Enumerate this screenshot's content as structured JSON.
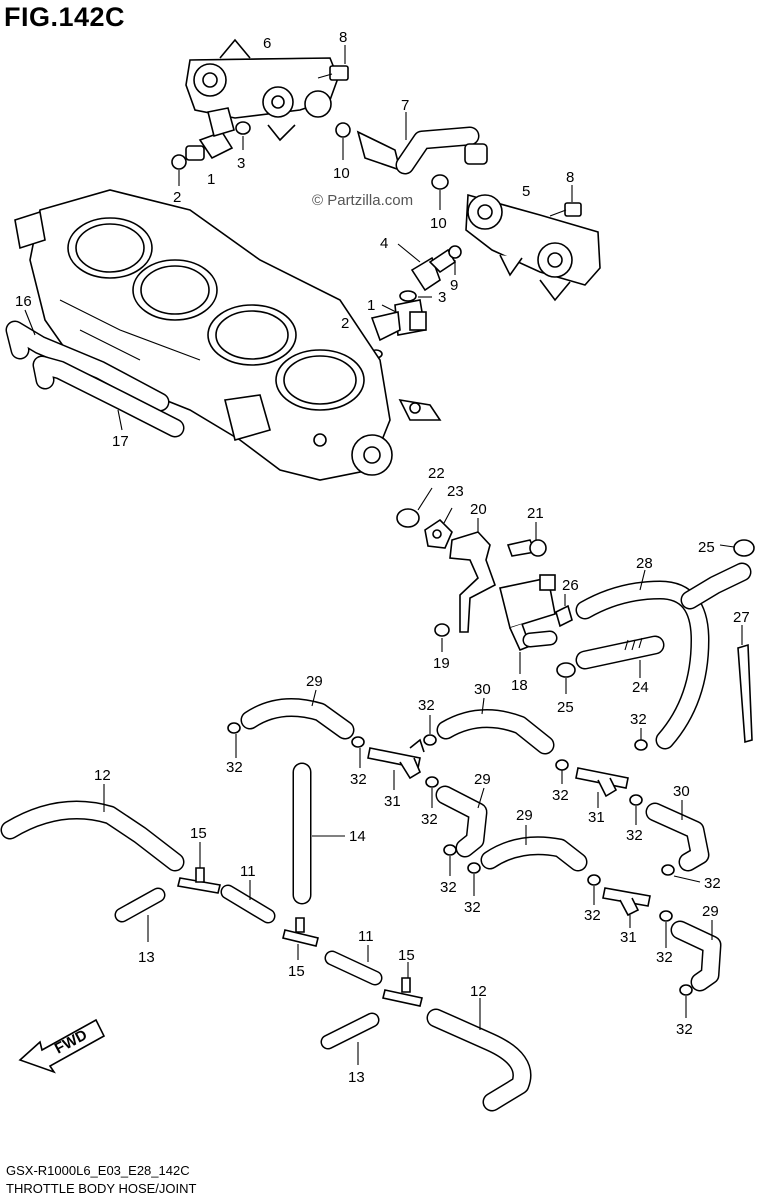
{
  "figure": {
    "title": "FIG.142C",
    "watermark": "© Partzilla.com",
    "model_code": "GSX-R1000L6_E03_E28_142C",
    "caption": "THROTTLE BODY HOSE/JOINT",
    "fwd_label": "FWD"
  },
  "callouts": [
    {
      "id": "c6",
      "label": "6"
    },
    {
      "id": "c8a",
      "label": "8"
    },
    {
      "id": "c7",
      "label": "7"
    },
    {
      "id": "c3a",
      "label": "3"
    },
    {
      "id": "c1a",
      "label": "1"
    },
    {
      "id": "c2a",
      "label": "2"
    },
    {
      "id": "c10a",
      "label": "10"
    },
    {
      "id": "c10b",
      "label": "10"
    },
    {
      "id": "c5",
      "label": "5"
    },
    {
      "id": "c8b",
      "label": "8"
    },
    {
      "id": "c4",
      "label": "4"
    },
    {
      "id": "c9",
      "label": "9"
    },
    {
      "id": "c3b",
      "label": "3"
    },
    {
      "id": "c1b",
      "label": "1"
    },
    {
      "id": "c2b",
      "label": "2"
    },
    {
      "id": "c16",
      "label": "16"
    },
    {
      "id": "c17",
      "label": "17"
    },
    {
      "id": "c22",
      "label": "22"
    },
    {
      "id": "c23",
      "label": "23"
    },
    {
      "id": "c20",
      "label": "20"
    },
    {
      "id": "c21",
      "label": "21"
    },
    {
      "id": "c25a",
      "label": "25"
    },
    {
      "id": "c28",
      "label": "28"
    },
    {
      "id": "c26",
      "label": "26"
    },
    {
      "id": "c27",
      "label": "27"
    },
    {
      "id": "c19",
      "label": "19"
    },
    {
      "id": "c18",
      "label": "18"
    },
    {
      "id": "c24",
      "label": "24"
    },
    {
      "id": "c25b",
      "label": "25"
    },
    {
      "id": "c29a",
      "label": "29"
    },
    {
      "id": "c30a",
      "label": "30"
    },
    {
      "id": "c32a",
      "label": "32"
    },
    {
      "id": "c32b",
      "label": "32"
    },
    {
      "id": "c32c",
      "label": "32"
    },
    {
      "id": "c32d",
      "label": "32"
    },
    {
      "id": "c31a",
      "label": "31"
    },
    {
      "id": "c29b",
      "label": "29"
    },
    {
      "id": "c32e",
      "label": "32"
    },
    {
      "id": "c32f",
      "label": "32"
    },
    {
      "id": "c31b",
      "label": "31"
    },
    {
      "id": "c30b",
      "label": "30"
    },
    {
      "id": "c32g",
      "label": "32"
    },
    {
      "id": "c12a",
      "label": "12"
    },
    {
      "id": "c14",
      "label": "14"
    },
    {
      "id": "c15a",
      "label": "15"
    },
    {
      "id": "c11a",
      "label": "11"
    },
    {
      "id": "c13a",
      "label": "13"
    },
    {
      "id": "c29c",
      "label": "29"
    },
    {
      "id": "c32h",
      "label": "32"
    },
    {
      "id": "c32i",
      "label": "32"
    },
    {
      "id": "c32j",
      "label": "32"
    },
    {
      "id": "c32k",
      "label": "32"
    },
    {
      "id": "c31c",
      "label": "31"
    },
    {
      "id": "c29d",
      "label": "29"
    },
    {
      "id": "c32l",
      "label": "32"
    },
    {
      "id": "c32m",
      "label": "32"
    },
    {
      "id": "c15b",
      "label": "15"
    },
    {
      "id": "c11b",
      "label": "11"
    },
    {
      "id": "c15c",
      "label": "15"
    },
    {
      "id": "c12b",
      "label": "12"
    },
    {
      "id": "c13b",
      "label": "13"
    }
  ]
}
